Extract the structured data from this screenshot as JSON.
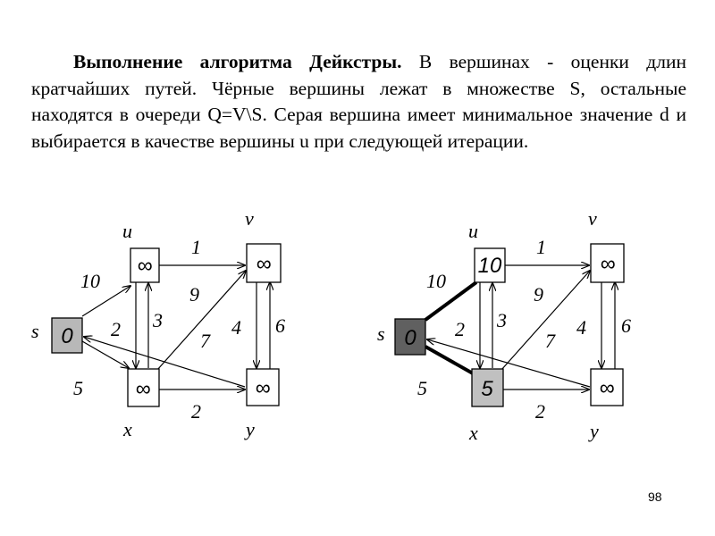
{
  "text": {
    "title_bold": "Выполнение алгоритма Дейкстры.",
    "body": " В вершинах - оценки длин кратчайших путей. Чёрные вершины лежат в множестве S, остальные находятся в очереди Q=V\\S. Серая вершина имеет минимальное значение d  и выбирается в качестве вершины u при следующей итерации."
  },
  "slide_number": "98",
  "colors": {
    "black_vertex": "#606060",
    "gray_vertex": "#c0c0c0",
    "source_vertex_light": "#b8b8b8"
  },
  "graphs": [
    {
      "labels": {
        "s": "s",
        "u": "u",
        "v": "v",
        "x": "x",
        "y": "y"
      },
      "values": {
        "s": "0",
        "u": "∞",
        "v": "∞",
        "x": "∞",
        "y": "∞"
      },
      "weights": {
        "su": "10",
        "sx": "5",
        "uv": "1",
        "ux": "2",
        "xu": "3",
        "xv": "9",
        "yv": "4",
        "vy": "6",
        "ys": "7",
        "xy": "2"
      }
    },
    {
      "labels": {
        "s": "s",
        "u": "u",
        "v": "v",
        "x": "x",
        "y": "y"
      },
      "values": {
        "s": "0",
        "u": "10",
        "v": "∞",
        "x": "5",
        "y": "∞"
      },
      "weights": {
        "su": "10",
        "sx": "5",
        "uv": "1",
        "ux": "2",
        "xu": "3",
        "xv": "9",
        "yv": "4",
        "vy": "6",
        "ys": "7",
        "xy": "2"
      }
    }
  ]
}
